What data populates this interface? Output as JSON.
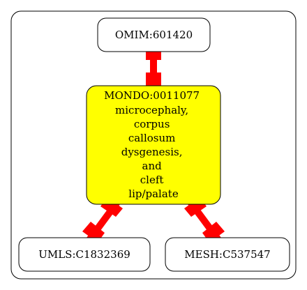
{
  "graph": {
    "nodes": [
      {
        "id": "omim",
        "label": "OMIM:601420",
        "fill": "#ffffff",
        "stroke": "#000000"
      },
      {
        "id": "mondo",
        "label_lines": [
          "MONDO:0011077",
          "microcephaly,",
          "corpus",
          "callosum",
          "dysgenesis,",
          "and",
          "cleft",
          "lip/palate"
        ],
        "fill": "#ffff00",
        "stroke": "#000000"
      },
      {
        "id": "umls",
        "label": "UMLS:C1832369",
        "fill": "#ffffff",
        "stroke": "#000000"
      },
      {
        "id": "mesh",
        "label": "MESH:C537547",
        "fill": "#ffffff",
        "stroke": "#000000"
      }
    ],
    "edges": [
      {
        "from": "omim",
        "to": "mondo",
        "color": "#ff0000",
        "style": "bidirectional-box"
      },
      {
        "from": "mondo",
        "to": "umls",
        "color": "#ff0000",
        "style": "bidirectional-box"
      },
      {
        "from": "mondo",
        "to": "mesh",
        "color": "#ff0000",
        "style": "bidirectional-box"
      }
    ]
  }
}
